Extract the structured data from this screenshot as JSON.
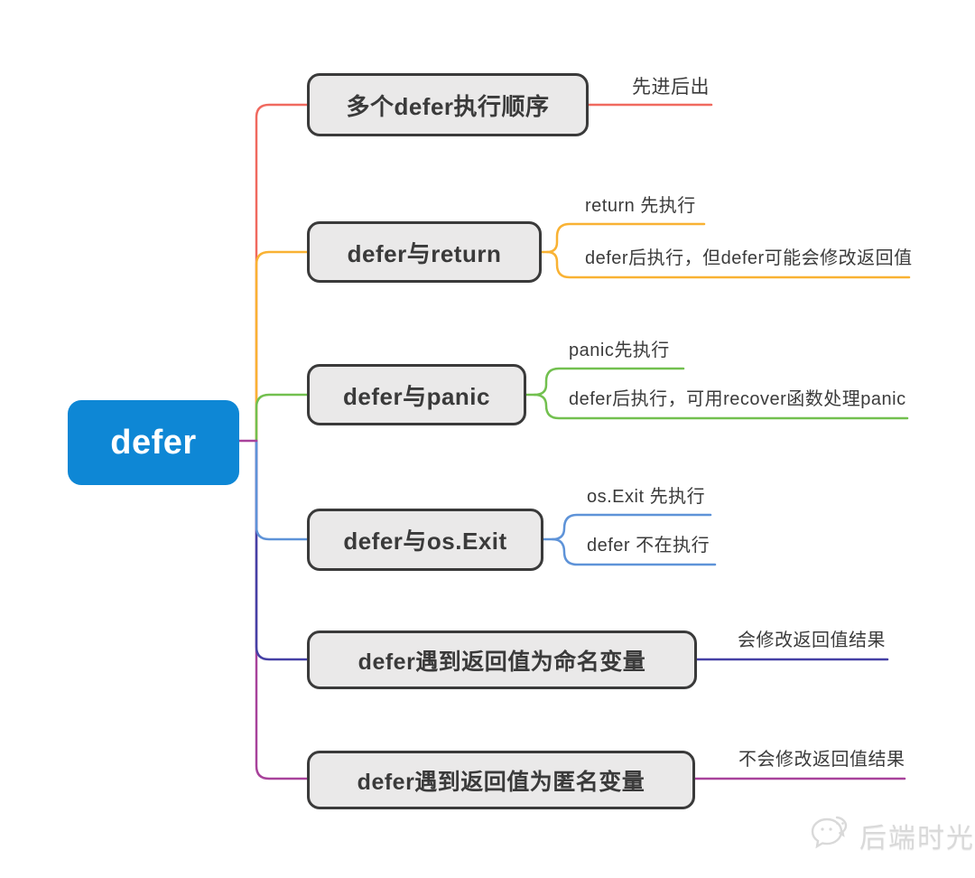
{
  "root": {
    "label": "defer",
    "color": "#0e87d5",
    "text_color": "#ffffff"
  },
  "branches": [
    {
      "label": "多个defer执行顺序",
      "color": "#f0695f",
      "leaves": [
        "先进后出"
      ]
    },
    {
      "label": "defer与return",
      "color": "#f9b233",
      "leaves": [
        "return 先执行",
        "defer后执行，但defer可能会修改返回值"
      ]
    },
    {
      "label": "defer与panic",
      "color": "#72c04f",
      "leaves": [
        "panic先执行",
        "defer后执行，可用recover函数处理panic"
      ]
    },
    {
      "label": "defer与os.Exit",
      "color": "#5e93d8",
      "leaves": [
        "os.Exit 先执行",
        "defer 不在执行"
      ]
    },
    {
      "label": "defer遇到返回值为命名变量",
      "color": "#4540a5",
      "leaves": [
        "会修改返回值结果"
      ]
    },
    {
      "label": "defer遇到返回值为匿名变量",
      "color": "#a8429b",
      "leaves": [
        "不会修改返回值结果"
      ]
    }
  ],
  "node_style": {
    "fill": "#eae9e9",
    "border": "#3a3a3a",
    "text": "#3a3a3a"
  },
  "watermark": {
    "label": "后端时光",
    "icon": "wechat-icon",
    "color": "#d9d9d9"
  }
}
